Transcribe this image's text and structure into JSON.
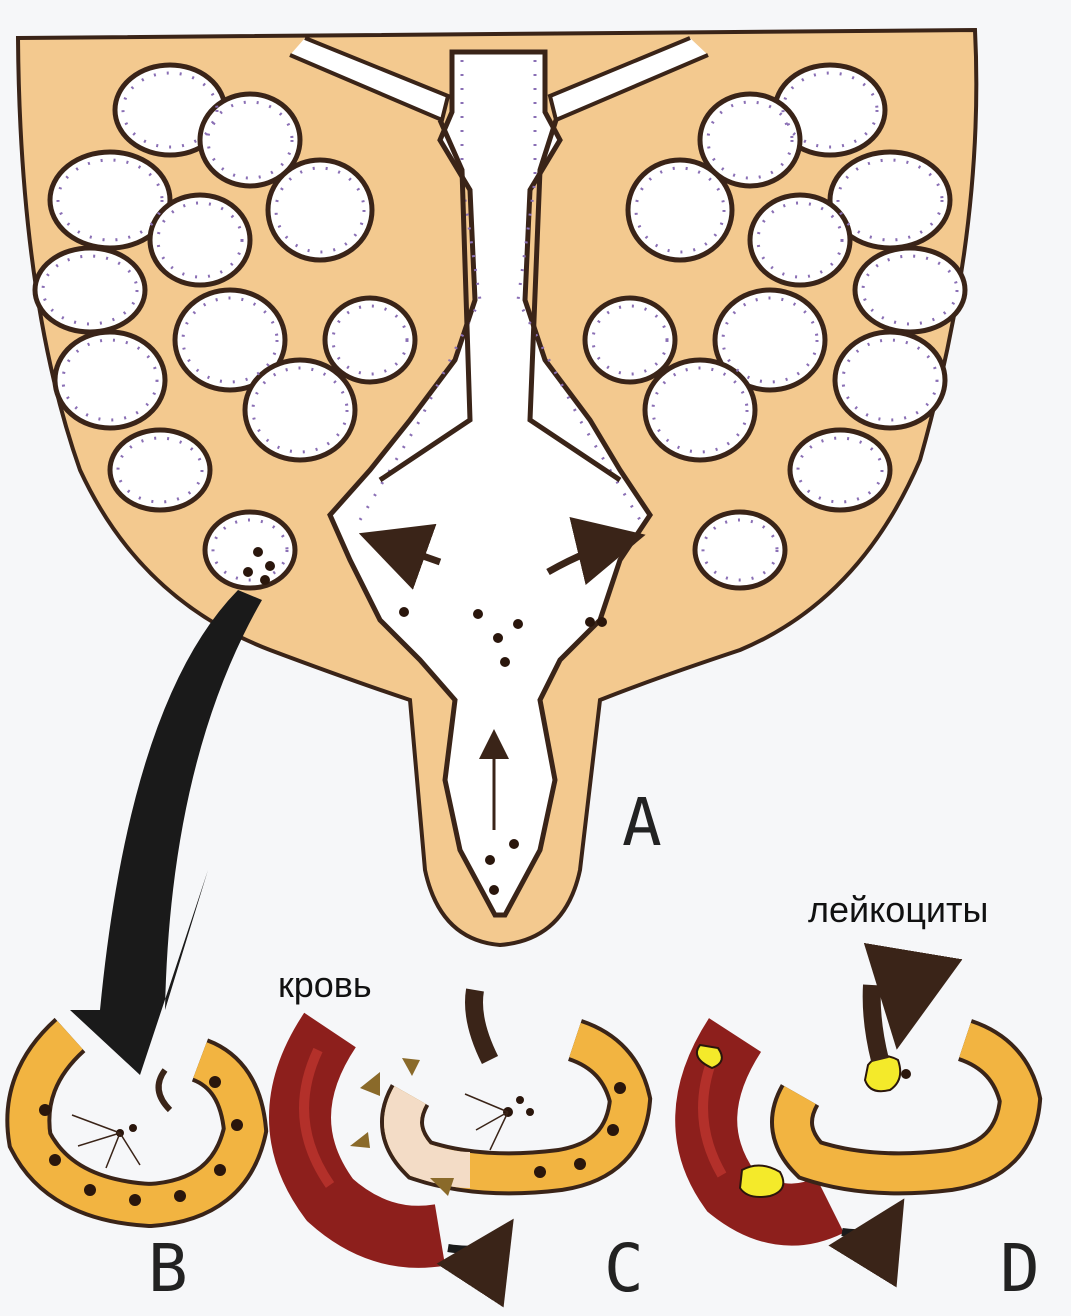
{
  "labels": {
    "a": "A",
    "b": "B",
    "c": "C",
    "d": "D",
    "blood": "кровь",
    "leukocytes": "лейкоциты"
  },
  "colors": {
    "tissue": "#f3c98f",
    "outline": "#3a2418",
    "epithelium_stripe": "#8a6fb5",
    "lumen": "#ffffff",
    "cell": "#f2b441",
    "nucleus": "#2a160c",
    "vessel": "#8d1f1c",
    "vessel_light": "#b3302a",
    "leukocyte": "#f4ea2a",
    "antigen_marker": "#8a6a2a"
  },
  "icons": [
    "arrow-icon",
    "secretion-dots"
  ]
}
